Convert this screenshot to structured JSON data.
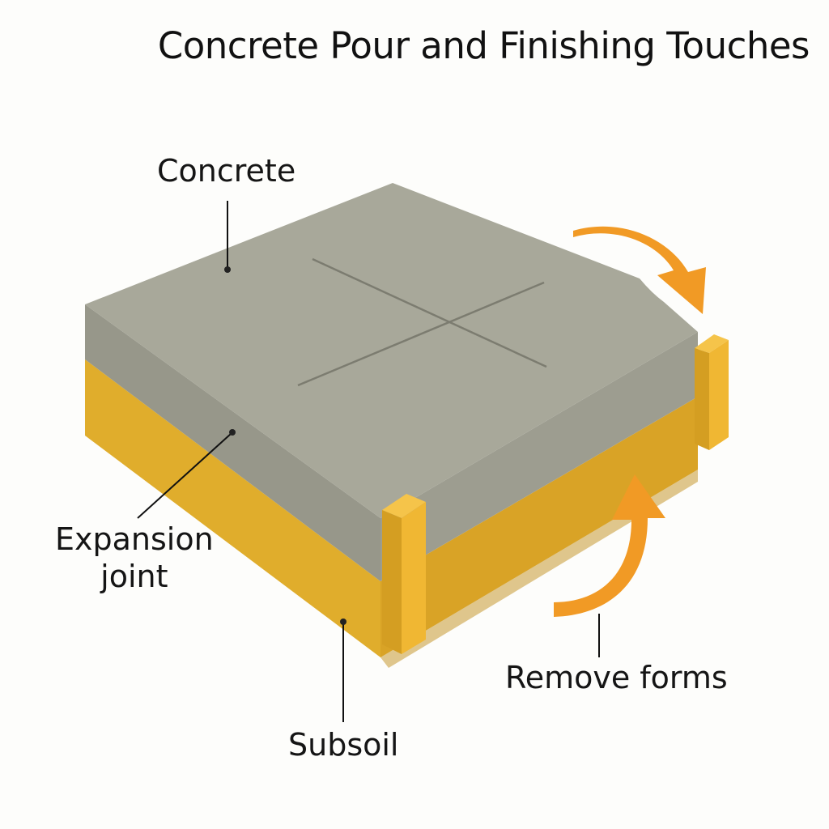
{
  "title": "Concrete Pour and Finishing Touches",
  "labels": {
    "concrete": "Concrete",
    "expansion_joint_line1": "Expansion",
    "expansion_joint_line2": "joint",
    "subsoil": "Subsoil",
    "remove_forms": "Remove forms"
  },
  "colors": {
    "concrete_top": "#a6a698",
    "concrete_side": "#97978a",
    "subsoil": "#e0ad2c",
    "subsoil_shade": "#cf9a22",
    "form_board": "#f0b733",
    "arrow": "#f19a25",
    "leader_line": "#111111"
  }
}
